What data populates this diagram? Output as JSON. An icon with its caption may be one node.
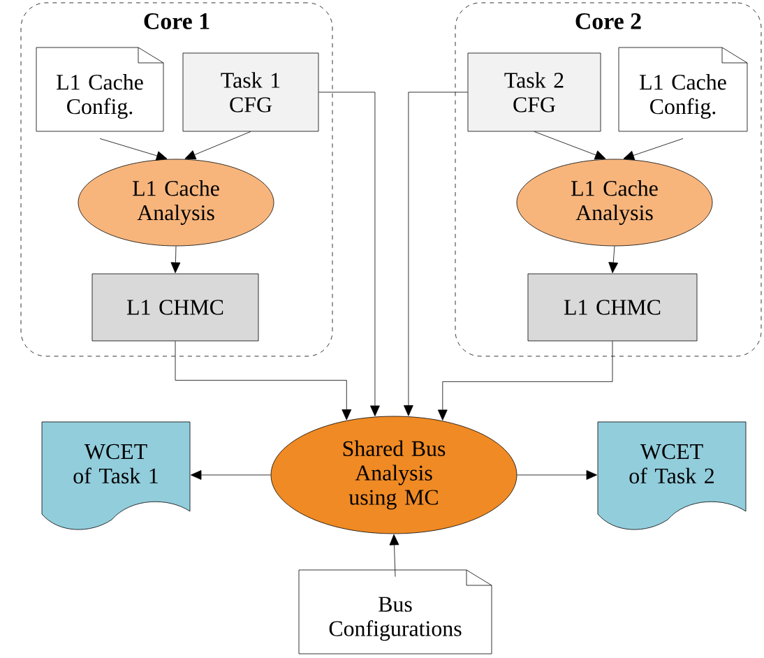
{
  "diagram": {
    "nodes": [
      {
        "text": [
          "Core 1"
        ]
      },
      {
        "text": [
          "L1 Cache Config."
        ],
        "in": 0
      },
      {
        "text": [
          "Task 1 CFG"
        ],
        "in": 0
      },
      {
        "text": [
          "L1 Cache Analysis"
        ],
        "in": 0
      },
      {
        "text": [
          "L1 CHMC"
        ],
        "in": 0
      },
      {
        "text": [
          "Core 2"
        ]
      },
      {
        "text": [
          "Task 2 CFG"
        ],
        "in": 5
      },
      {
        "text": [
          "L1 Cache Config."
        ],
        "in": 5
      },
      {
        "text": [
          "L1 Cache Analysis"
        ],
        "in": 5
      },
      {
        "text": [
          "L1 CHMC"
        ],
        "in": 5
      },
      {
        "text": [
          "WCET of Task 1"
        ]
      },
      {
        "text": [
          "Shared Bus Analysis using MC"
        ]
      },
      {
        "text": [
          "WCET of Task 2"
        ]
      },
      {
        "text": [
          "Bus Configurations"
        ]
      }
    ],
    "edges": [
      {
        "from": 1,
        "to": 3,
        "arrow": "to"
      },
      {
        "from": 2,
        "to": 3,
        "arrow": "to"
      },
      {
        "from": 3,
        "to": 4,
        "arrow": "to"
      },
      {
        "from": 6,
        "to": 8,
        "arrow": "to"
      },
      {
        "from": 7,
        "to": 8,
        "arrow": "to"
      },
      {
        "from": 8,
        "to": 9,
        "arrow": "to"
      },
      {
        "from": 4,
        "to": 11,
        "arrow": "to"
      },
      {
        "from": 2,
        "to": 11,
        "arrow": "to"
      },
      {
        "from": 6,
        "to": 11,
        "arrow": "to"
      },
      {
        "from": 9,
        "to": 11,
        "arrow": "to"
      },
      {
        "from": 11,
        "to": 10,
        "arrow": "to"
      },
      {
        "from": 11,
        "to": 12,
        "arrow": "to"
      },
      {
        "from": 13,
        "to": 11,
        "arrow": "to"
      }
    ]
  }
}
